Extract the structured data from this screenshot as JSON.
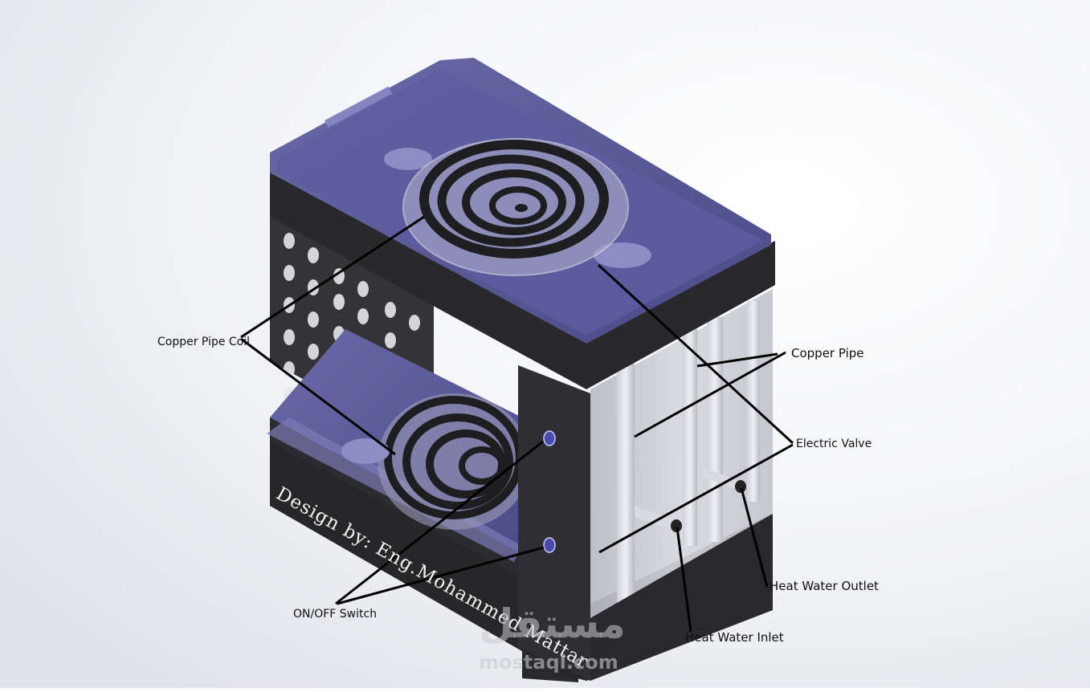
{
  "labels": {
    "copper_pipe_coil": "Copper Pipe Coil",
    "copper_pipe": "Copper Pipe",
    "electric_valve": "Electric Valve",
    "heat_water_outlet": "Heat Water Outlet",
    "heat_water_inlet": "Heat Water Inlet",
    "on_off_switch": "ON/OFF Switch"
  },
  "credit": "Design by: Eng.Mohammed Mattar",
  "watermark": {
    "logo": "مستقل",
    "url": "mostaql.com"
  },
  "colors": {
    "body": "#2b2b2e",
    "tray": "#5a5a96",
    "glass": "#c8cad2",
    "coil": "#1e1e20"
  }
}
